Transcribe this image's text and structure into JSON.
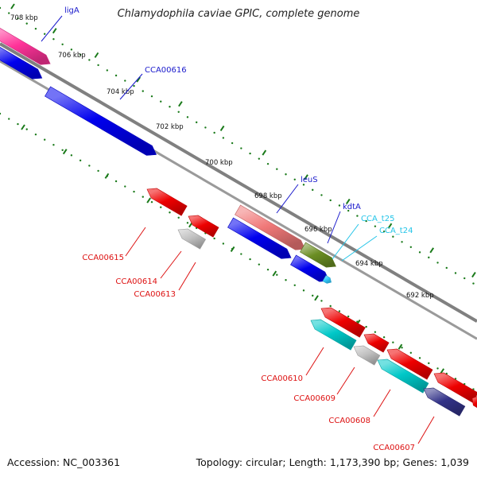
{
  "title": "Chlamydophila caviae GPIC, complete genome",
  "footer": {
    "accession": "Accession: NC_003361",
    "topology": "Topology: circular; Length: 1,173,390 bp; Genes: 1,039"
  },
  "scale_labels": [
    "708 kbp",
    "706 kbp",
    "704 kbp",
    "702 kbp",
    "700 kbp",
    "698 kbp",
    "696 kbp",
    "694 kbp",
    "692 kbp"
  ],
  "colors": {
    "forward_gene": "#0000ee",
    "reverse_gene": "#ee0000",
    "trna_gene": "#00c8d8",
    "backbone": "#808080",
    "tick": "#1a7a1a",
    "forward_label": "#1a1acc",
    "reverse_label": "#dd1111",
    "trna_label": "#22c4e8"
  },
  "forward_features": [
    {
      "label": "ligA",
      "color": "#ff3399"
    },
    {
      "label": "CCA00616",
      "color": "#0000ee"
    },
    {
      "label": "leuS",
      "color": "#f07878"
    },
    {
      "label": "kdtA",
      "color": "#6b8e23"
    }
  ],
  "trna_features": [
    {
      "label": "CCA_t25",
      "color": "#33ccff"
    },
    {
      "label": "CCA_t24",
      "color": "#33ccff"
    }
  ],
  "reverse_features": [
    {
      "label": "CCA00615",
      "color": "#ee0000"
    },
    {
      "label": "CCA00614",
      "color": "#ee0000"
    },
    {
      "label": "CCA00613",
      "color": "#c0c0c0"
    },
    {
      "label": "CCA00610",
      "color": "#00c8c8"
    },
    {
      "label": "CCA00609",
      "color": "#c0c0c0"
    },
    {
      "label": "CCA00608",
      "color": "#00c8c8"
    },
    {
      "label": "CCA00607",
      "color": "#333388"
    }
  ]
}
